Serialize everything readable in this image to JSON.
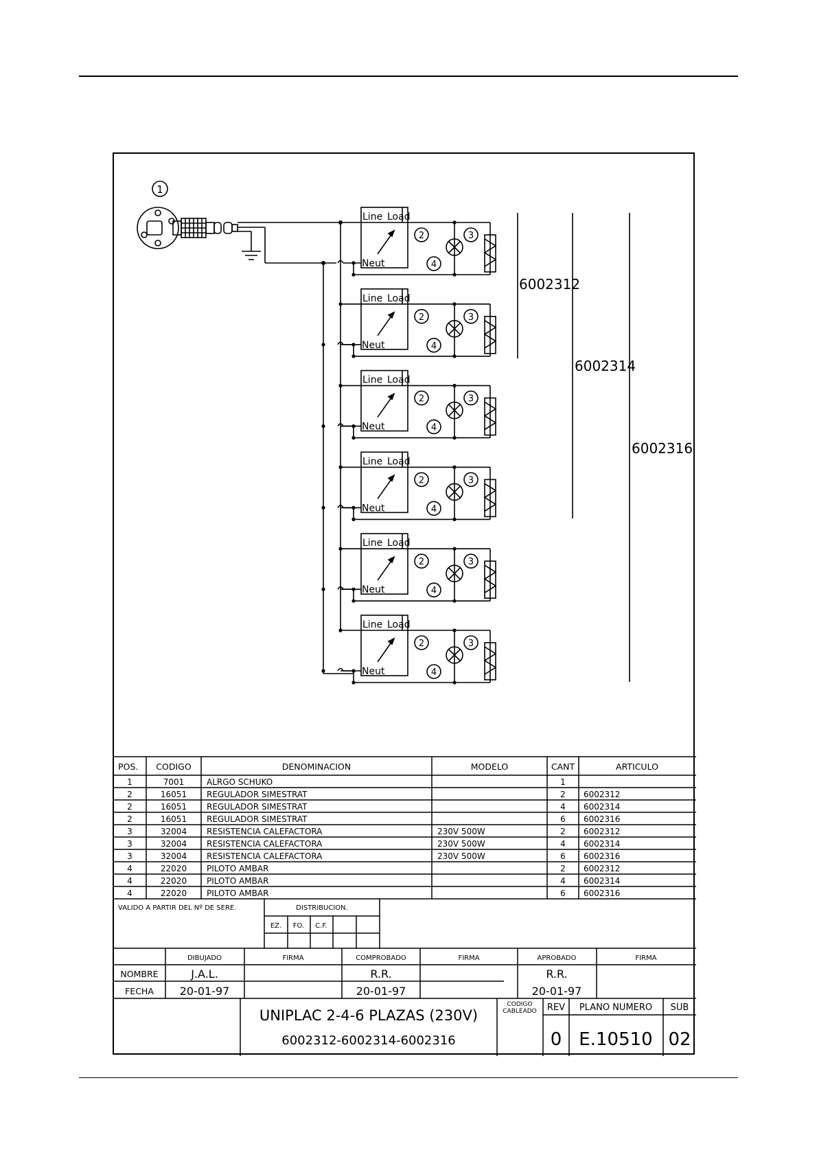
{
  "diagram": {
    "callouts": [
      "1",
      "2",
      "3",
      "4"
    ],
    "regulator_labels": {
      "line": "Line",
      "load": "Load",
      "neut": "Neut"
    },
    "article_brackets": [
      "6002312",
      "6002314",
      "6002316"
    ]
  },
  "parts_table": {
    "headers": [
      "POS.",
      "CODIGO",
      "DENOMINACION",
      "MODELO",
      "CANT",
      "ARTICULO"
    ],
    "rows": [
      [
        "1",
        "7001",
        "ALRGO SCHUKO",
        "",
        "1",
        ""
      ],
      [
        "2",
        "16051",
        "REGULADOR SIMESTRAT",
        "",
        "2",
        "6002312"
      ],
      [
        "2",
        "16051",
        "REGULADOR SIMESTRAT",
        "",
        "4",
        "6002314"
      ],
      [
        "2",
        "16051",
        "REGULADOR SIMESTRAT",
        "",
        "6",
        "6002316"
      ],
      [
        "3",
        "32004",
        "RESISTENCIA CALEFACTORA",
        "230V 500W",
        "2",
        "6002312"
      ],
      [
        "3",
        "32004",
        "RESISTENCIA CALEFACTORA",
        "230V 500W",
        "4",
        "6002314"
      ],
      [
        "3",
        "32004",
        "RESISTENCIA CALEFACTORA",
        "230V 500W",
        "6",
        "6002316"
      ],
      [
        "4",
        "22020",
        "PILOTO AMBAR",
        "",
        "2",
        "6002312"
      ],
      [
        "4",
        "22020",
        "PILOTO AMBAR",
        "",
        "4",
        "6002314"
      ],
      [
        "4",
        "22020",
        "PILOTO AMBAR",
        "",
        "6",
        "6002316"
      ]
    ]
  },
  "title_block": {
    "valid_label": "VALIDO A PARTIR DEL Nº DE SERE.",
    "distribution_label": "DISTRIBUCION.",
    "distribution_cols": [
      "EZ.",
      "FO.",
      "C.F.",
      "",
      ""
    ],
    "signature_headers": [
      "DIBUJADO",
      "FIRMA",
      "COMPROBADO",
      "FIRMA",
      "APROBADO",
      "FIRMA"
    ],
    "nombre_label": "NOMBRE",
    "fecha_label": "FECHA",
    "dibujado_nombre": "J.A.L.",
    "dibujado_fecha": "20-01-97",
    "comprobado_nombre": "R.R.",
    "comprobado_fecha": "20-01-97",
    "aprobado_nombre": "R.R.",
    "aprobado_fecha": "20-01-97",
    "title_line1": "UNIPLAC 2-4-6 PLAZAS (230V)",
    "title_line2": "6002312-6002314-6002316",
    "codigo_cableado_line1": "CODIGO",
    "codigo_cableado_line2": "CABLEADO",
    "rev_label": "REV",
    "plano_label": "PLANO NUMERO",
    "sub_label": "SUB",
    "rev_value": "0",
    "plano_value": "E.10510",
    "sub_value": "02"
  }
}
